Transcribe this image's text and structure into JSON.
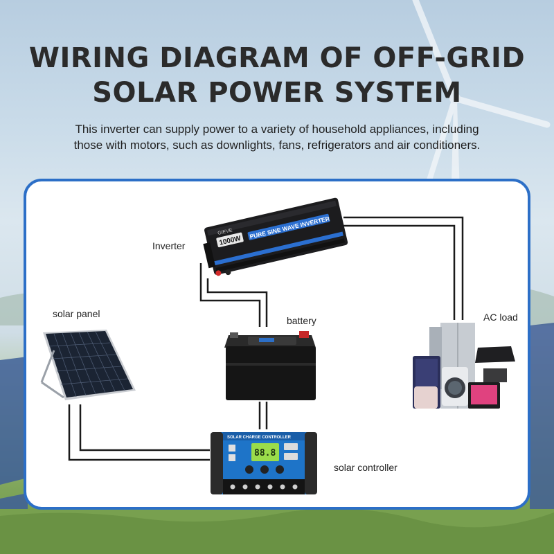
{
  "header": {
    "title_line1": "WIRING DIAGRAM OF OFF-GRID",
    "title_line2": "SOLAR POWER SYSTEM",
    "subtitle_line1": "This inverter can supply power to a variety of household appliances, including",
    "subtitle_line2": "those with motors, such as downlights, fans, refrigerators and air conditioners."
  },
  "diagram": {
    "labels": {
      "inverter": "Inverter",
      "solar_panel": "solar panel",
      "battery": "battery",
      "ac_load": "AC load",
      "solar_controller": "solar controller"
    },
    "inverter_print": {
      "rating": "1000W",
      "model": "PURE SINE WAVE INVERTER",
      "brand": "GIEVE"
    },
    "controller_print": {
      "title": "SOLAR CHARGE CONTROLLER",
      "display": "88.8"
    }
  },
  "colors": {
    "panel_border": "#2c6fc7",
    "wire": "#1a1a1a",
    "inverter_accent": "#2b6fd0",
    "controller_blue": "#1e74c8",
    "controller_screen": "#9bdc4a"
  }
}
